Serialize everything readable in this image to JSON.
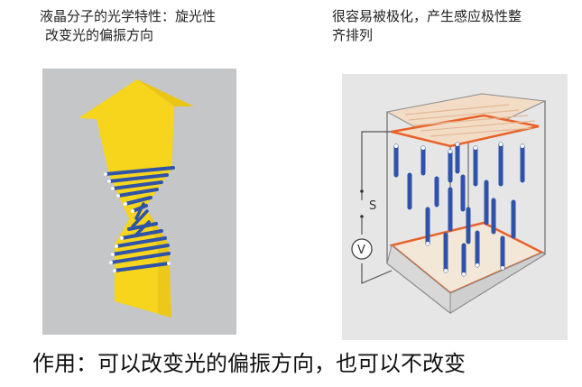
{
  "left": {
    "caption_line1": "液晶分子的光学特性：旋光性",
    "caption_line2": "改变光的偏振方向"
  },
  "right": {
    "caption_line1": "很容易被极化，产生感应极性整",
    "caption_line2": "齐排列",
    "switch_label": "S",
    "voltmeter_label": "V"
  },
  "bottom_text": "作用：可以改变光的偏振方向，也可以不改变",
  "colors": {
    "panel_bg": "#c4c6c8",
    "arrow_yellow": "#f7d51d",
    "molecule_blue": "#2f53a8",
    "plate_outline": "#e8622a",
    "plate_fill": "#f3dcc5",
    "box_line": "#6b6b6b"
  }
}
